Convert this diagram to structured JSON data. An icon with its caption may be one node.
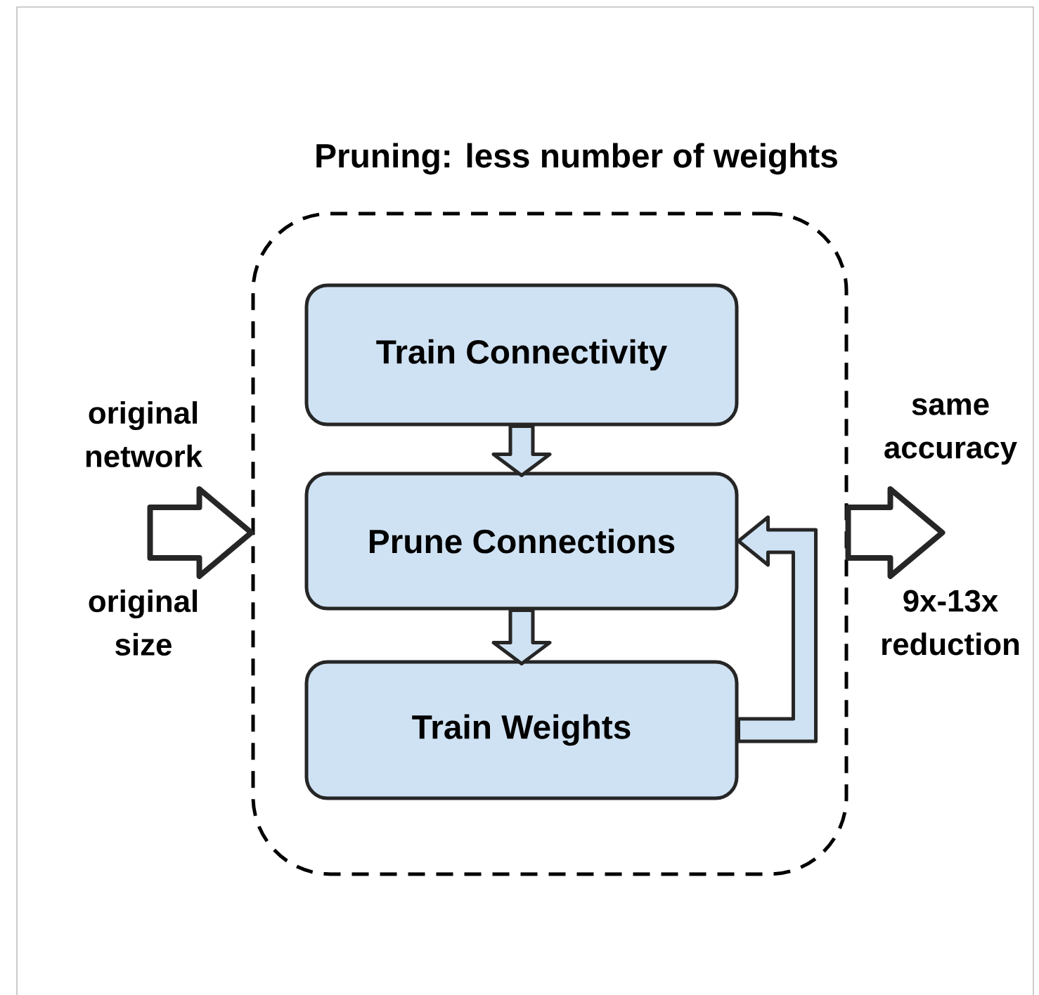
{
  "diagram": {
    "nodes": [
      {
        "text": [
          "Pruning: less number of weights"
        ]
      },
      {
        "text": [
          "Train Connectivity"
        ],
        "in": 0
      },
      {
        "text": [
          "Prune Connections"
        ],
        "in": 0
      },
      {
        "text": [
          "Train Weights"
        ],
        "in": 0
      }
    ],
    "edges": [
      {
        "from": 1,
        "to": 2,
        "arrow": "to"
      },
      {
        "from": 2,
        "to": 3,
        "arrow": "to"
      },
      {
        "from": 3,
        "to": 2,
        "arrow": "to"
      },
      {
        "from": null,
        "to": 0,
        "arrow": "to"
      },
      {
        "from": 0,
        "to": null,
        "arrow": "to"
      }
    ],
    "labels": [
      "original network",
      "original size",
      "same accuracy",
      "9x-13x reduction"
    ]
  }
}
